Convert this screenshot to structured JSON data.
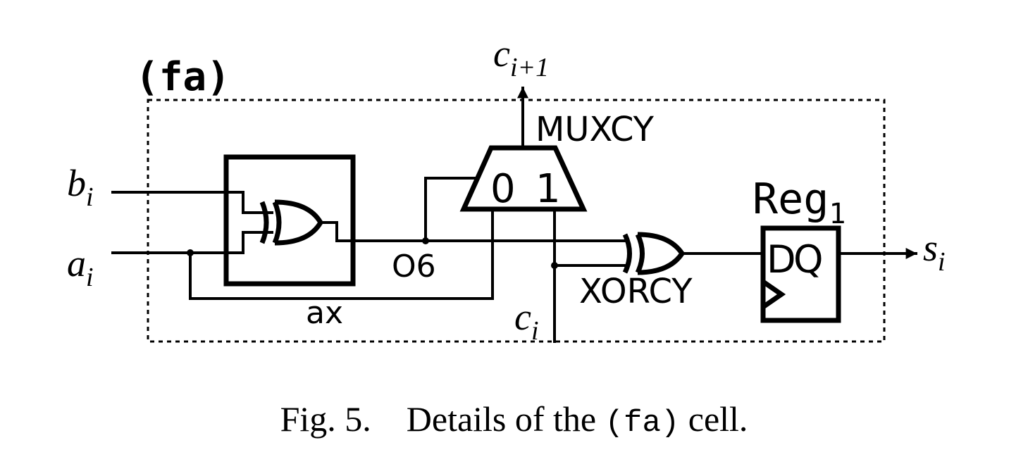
{
  "cell_label": "(fa)",
  "signals": {
    "b_base": "b",
    "b_sub": "i",
    "a_base": "a",
    "a_sub": "i",
    "cout_base": "c",
    "cout_sub": "i+1",
    "cin_base": "c",
    "cin_sub": "i",
    "s_base": "s",
    "s_sub": "i"
  },
  "nets": {
    "o6": "O6",
    "ax": "ax"
  },
  "components": {
    "muxcy": "MUXCY",
    "mux_in0": "0",
    "mux_in1": "1",
    "xorcy": "XORCY",
    "reg_base": "Reg",
    "reg_sub": "1",
    "reg_d": "D",
    "reg_q": "Q"
  },
  "caption": {
    "prefix": "Fig. 5.",
    "text_before": "Details of the ",
    "code": "(fa)",
    "text_after": " cell."
  }
}
